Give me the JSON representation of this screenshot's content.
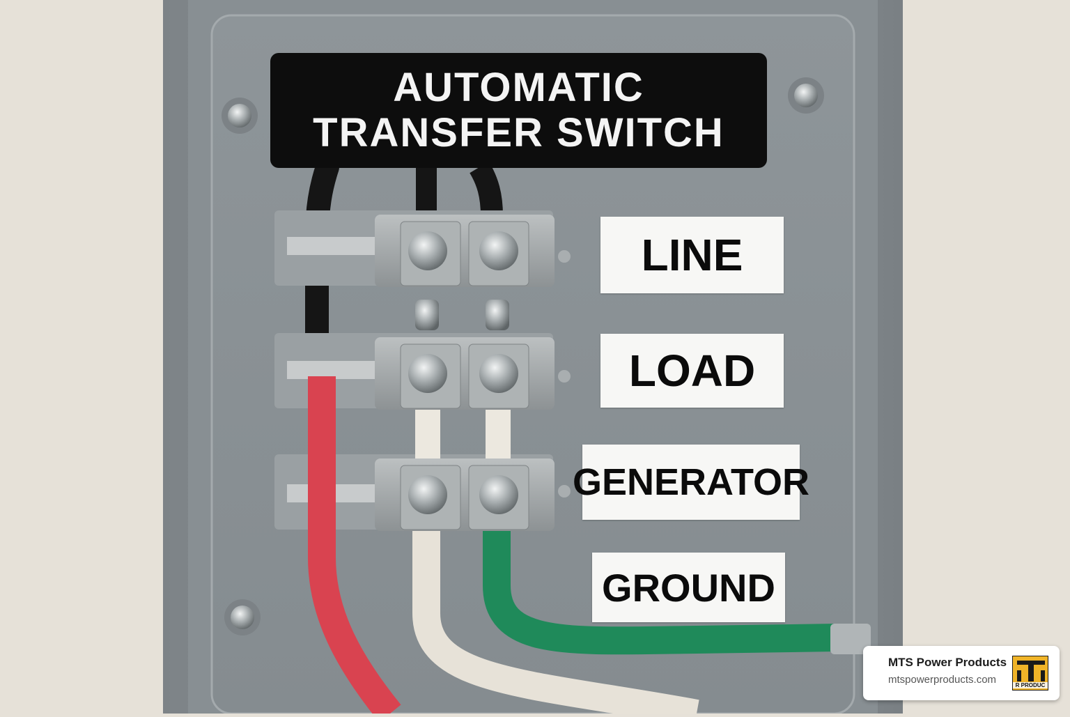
{
  "panel": {
    "title_line1": "AUTOMATIC",
    "title_line2": "TRANSFER SWITCH"
  },
  "labels": {
    "line": "LINE",
    "load": "LOAD",
    "generator": "GENERATOR",
    "ground": "GROUND"
  },
  "watermark": {
    "name": "MTS Power Products",
    "url": "mtspowerproducts.com",
    "logo_text": "R PRODUC"
  },
  "colors": {
    "enclosure": "#8f969b",
    "wire_black": "#151515",
    "wire_red": "#d94350",
    "wire_white": "#e7e2d8",
    "wire_green": "#1f8a5a",
    "wall": "#e6e1d8"
  }
}
